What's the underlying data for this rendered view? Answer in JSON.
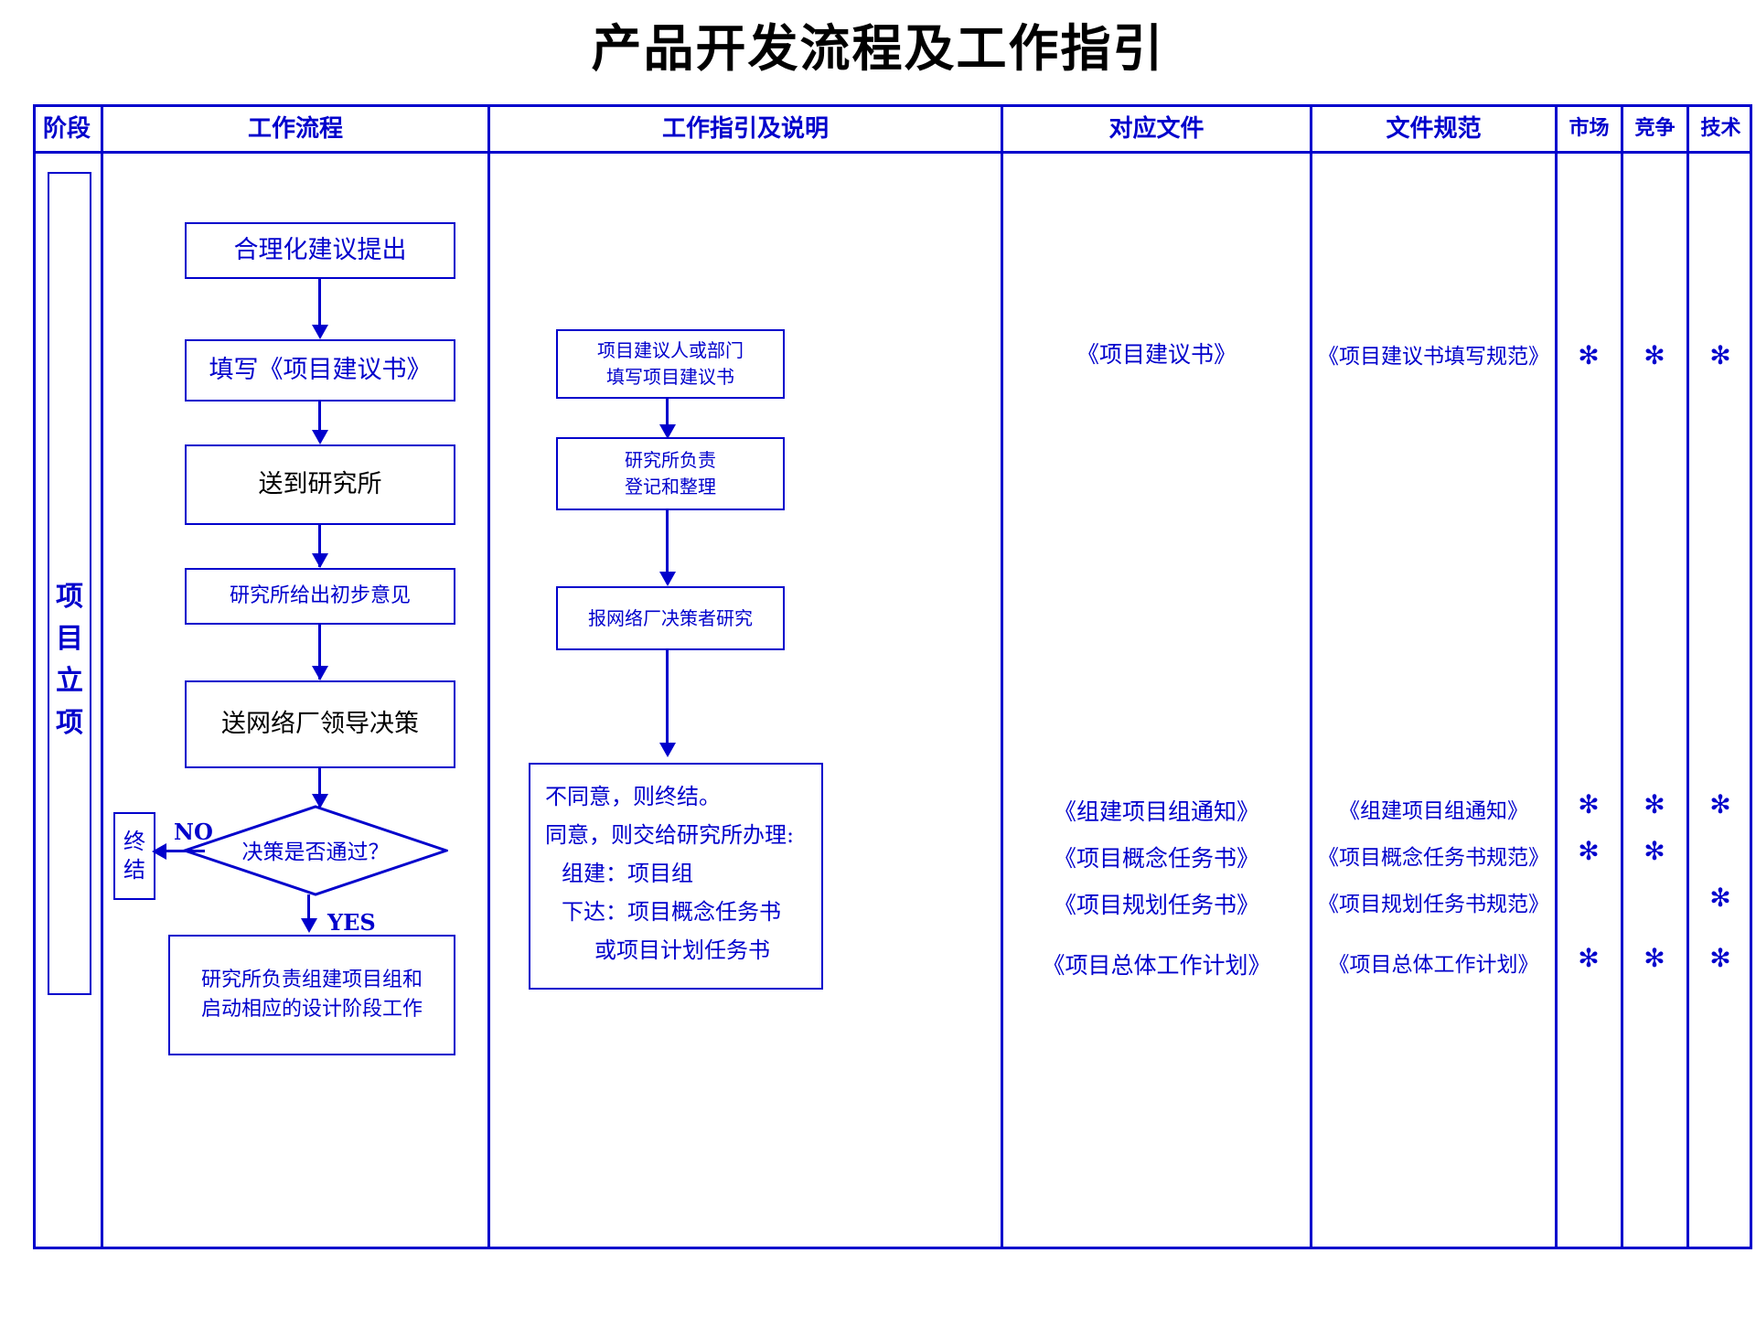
{
  "title": "产品开发流程及工作指引",
  "accent_color": "#0000cc",
  "text_black": "#000000",
  "header": {
    "columns": [
      {
        "key": "stage",
        "label": "阶段"
      },
      {
        "key": "flow",
        "label": "工作流程"
      },
      {
        "key": "guidance",
        "label": "工作指引及说明"
      },
      {
        "key": "documents",
        "label": "对应文件"
      },
      {
        "key": "specs",
        "label": "文件规范"
      },
      {
        "key": "market",
        "label": "市场"
      },
      {
        "key": "compete",
        "label": "竞争"
      },
      {
        "key": "tech",
        "label": "技术"
      }
    ]
  },
  "stage": {
    "name": "项目立项",
    "chars": [
      "项",
      "目",
      "立",
      "项"
    ]
  },
  "flow": {
    "nodes": [
      {
        "id": "n1",
        "label": "合理化建议提出",
        "color": "blue"
      },
      {
        "id": "n2",
        "label": "填写《项目建议书》",
        "color": "blue"
      },
      {
        "id": "n3",
        "label": "送到研究所",
        "color": "black"
      },
      {
        "id": "n4",
        "label": "研究所给出初步意见",
        "color": "blue"
      },
      {
        "id": "n5",
        "label": "送网络厂领导决策",
        "color": "black"
      }
    ],
    "decision": {
      "id": "d1",
      "label": "决策是否通过？"
    },
    "edge_labels": {
      "no": "NO",
      "yes": "YES"
    },
    "terminal": {
      "id": "t1",
      "chars": [
        "终",
        "结"
      ],
      "label": "终结"
    },
    "final_node": {
      "id": "n6",
      "lines": [
        "研究所负责组建项目组和",
        "启动相应的设计阶段工作"
      ]
    }
  },
  "guidance": {
    "nodes": [
      {
        "id": "g1",
        "lines": [
          "项目建议人或部门",
          "填写项目建议书"
        ]
      },
      {
        "id": "g2",
        "lines": [
          "研究所负责",
          "登记和整理"
        ]
      },
      {
        "id": "g3",
        "lines": [
          "报网络厂决策者研究"
        ]
      }
    ],
    "note": {
      "id": "g4",
      "lines": [
        {
          "text": "不同意，则终结。",
          "indent": 0
        },
        {
          "text": "同意，则交给研究所办理:",
          "indent": 0
        },
        {
          "text": "组建：项目组",
          "indent": 1
        },
        {
          "text": "下达：项目概念任务书",
          "indent": 1
        },
        {
          "text": "或项目计划任务书",
          "indent": 2
        }
      ]
    }
  },
  "documents": {
    "group1": [
      "《项目建议书》"
    ],
    "group2": [
      "《组建项目组通知》",
      "《项目概念任务书》",
      "《项目规划任务书》",
      "",
      "《项目总体工作计划》"
    ]
  },
  "specs": {
    "group1": [
      "《项目建议书填写规范》"
    ],
    "group2": [
      "《组建项目组通知》",
      "《项目概念任务书规范》",
      "《项目规划任务书规范》",
      "",
      "《项目总体工作计划》"
    ]
  },
  "markers": {
    "glyph": "✻",
    "icon_name": "eight-point-star-icon",
    "row_top": {
      "market": true,
      "compete": true,
      "tech": true
    },
    "rows_bottom": [
      {
        "label": "《组建项目组通知》",
        "market": true,
        "compete": true,
        "tech": true
      },
      {
        "label": "《项目概念任务书》",
        "market": true,
        "compete": true,
        "tech": false
      },
      {
        "label": "《项目规划任务书》",
        "market": false,
        "compete": false,
        "tech": true
      },
      {
        "label": "《项目总体工作计划》",
        "market": true,
        "compete": true,
        "tech": true
      }
    ]
  }
}
